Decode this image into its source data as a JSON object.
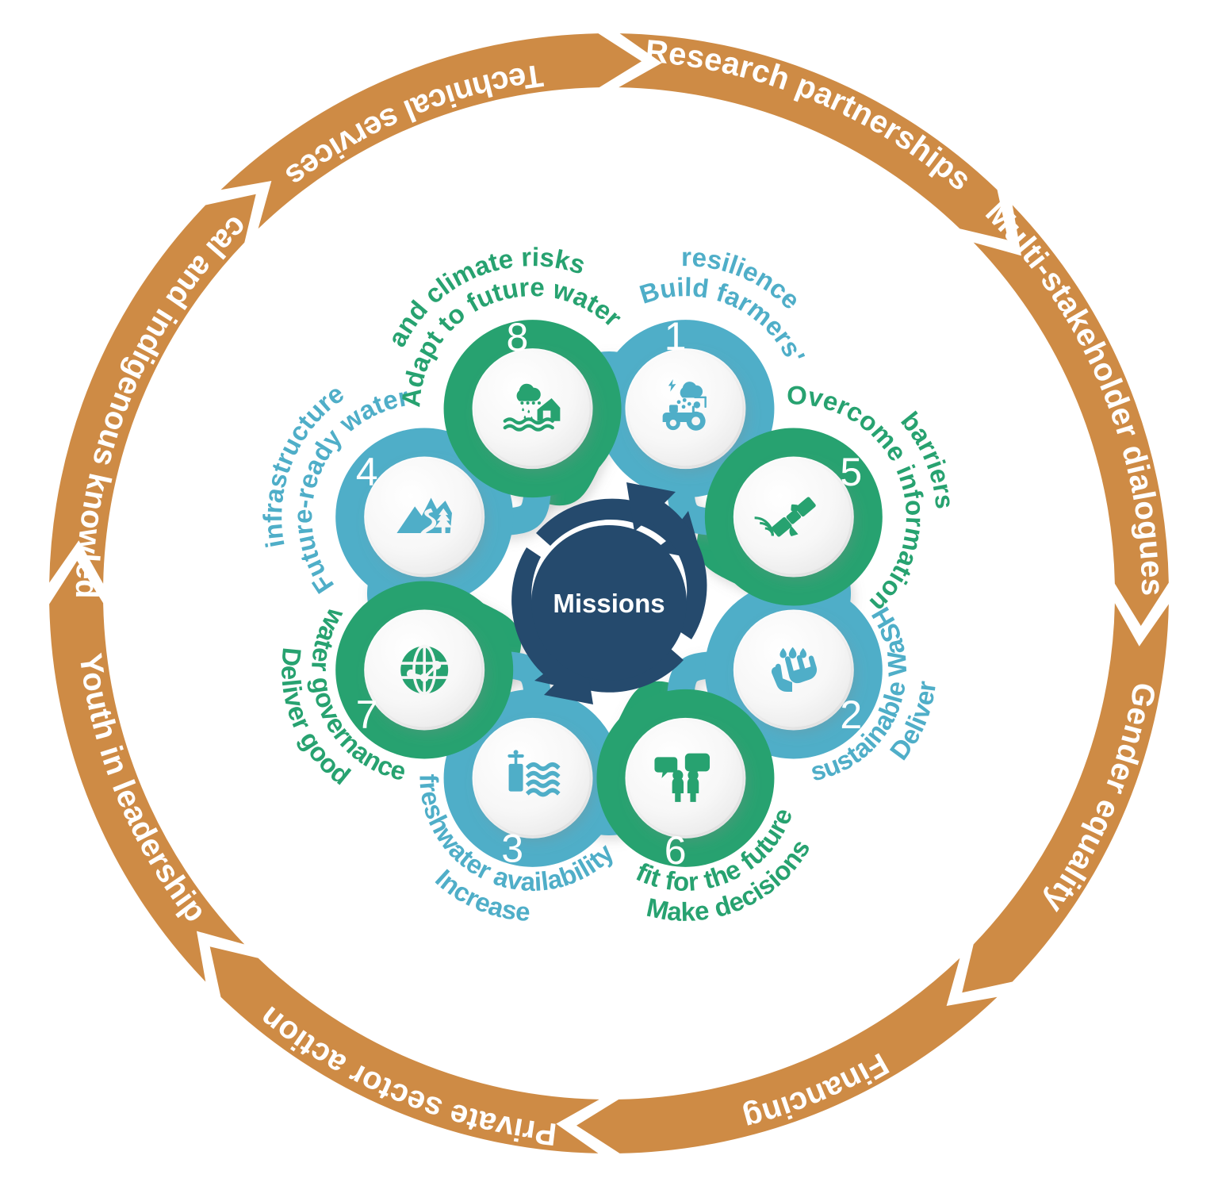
{
  "colors": {
    "orange": "#CE8B45",
    "blue": "#4FAEC8",
    "green": "#27A270",
    "navy": "#254A6D",
    "white": "#FFFFFF",
    "circle_face": "#F4F4F4"
  },
  "center": {
    "label": "Missions"
  },
  "outer_ring": {
    "segments": [
      {
        "label": "Research partnerships"
      },
      {
        "label": "Multi-stakeholder dialogues"
      },
      {
        "label": "Gender equality"
      },
      {
        "label": "Financing"
      },
      {
        "label": "Private sector action"
      },
      {
        "label": "Youth in leadership"
      },
      {
        "label": "Local and indigenous knowledge"
      },
      {
        "label": "Technical services"
      }
    ]
  },
  "missions": [
    {
      "number": "1",
      "label": "Build farmers' resilience",
      "label_lines": [
        "Build farmers'",
        "resilience"
      ],
      "color": "blue",
      "icon": "tractor-storm-icon"
    },
    {
      "number": "2",
      "label": "Deliver sustainable WaSH",
      "label_lines": [
        "Deliver",
        "sustainable WaSH"
      ],
      "color": "blue",
      "icon": "handwashing-icon"
    },
    {
      "number": "3",
      "label": "Increase freshwater availability",
      "label_lines": [
        "Increase",
        "freshwater availability"
      ],
      "color": "blue",
      "icon": "water-tank-waves-icon"
    },
    {
      "number": "4",
      "label": "Future-ready water infrastructure",
      "label_lines": [
        "Future-ready water",
        "infrastructure"
      ],
      "color": "blue",
      "icon": "mountains-river-icon"
    },
    {
      "number": "5",
      "label": "Overcome information barriers",
      "label_lines": [
        "Overcome information",
        "barriers"
      ],
      "color": "green",
      "icon": "satellite-icon"
    },
    {
      "number": "6",
      "label": "Make decisions fit for the future",
      "label_lines": [
        "Make decisions",
        "fit for the future"
      ],
      "color": "green",
      "icon": "people-speech-bubbles-icon"
    },
    {
      "number": "7",
      "label": "Deliver good water governance",
      "label_lines": [
        "Deliver good",
        "water governance"
      ],
      "color": "green",
      "icon": "globe-network-icon"
    },
    {
      "number": "8",
      "label": "Adapt to future water and climate risks",
      "label_lines": [
        "Adapt to future water",
        "and climate risks"
      ],
      "color": "green",
      "icon": "flooded-house-rain-icon"
    }
  ]
}
